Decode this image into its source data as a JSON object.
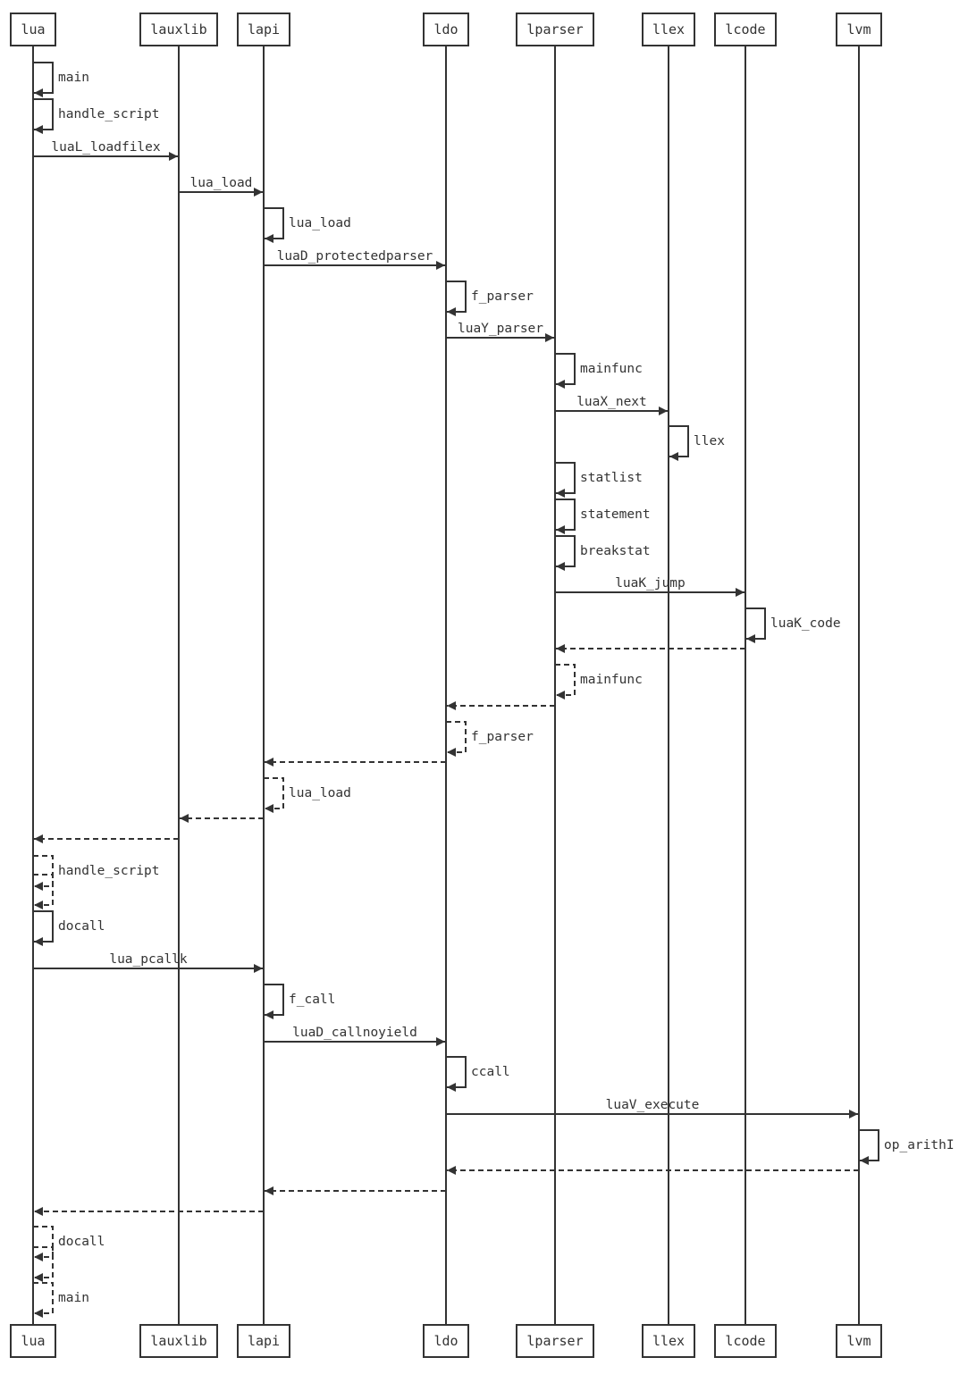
{
  "participants": [
    {
      "id": "lua",
      "label": "lua"
    },
    {
      "id": "lauxlib",
      "label": "lauxlib"
    },
    {
      "id": "lapi",
      "label": "lapi"
    },
    {
      "id": "ldo",
      "label": "ldo"
    },
    {
      "id": "lparser",
      "label": "lparser"
    },
    {
      "id": "llex",
      "label": "llex"
    },
    {
      "id": "lcode",
      "label": "lcode"
    },
    {
      "id": "lvm",
      "label": "lvm"
    }
  ],
  "messages": [
    {
      "from": "lua",
      "to": "lua",
      "label": "main",
      "style": "solid"
    },
    {
      "from": "lua",
      "to": "lua",
      "label": "handle_script",
      "style": "solid"
    },
    {
      "from": "lua",
      "to": "lauxlib",
      "label": "luaL_loadfilex",
      "style": "solid"
    },
    {
      "from": "lauxlib",
      "to": "lapi",
      "label": "lua_load",
      "style": "solid"
    },
    {
      "from": "lapi",
      "to": "lapi",
      "label": "lua_load",
      "style": "solid"
    },
    {
      "from": "lapi",
      "to": "ldo",
      "label": "luaD_protectedparser",
      "style": "solid"
    },
    {
      "from": "ldo",
      "to": "ldo",
      "label": "f_parser",
      "style": "solid"
    },
    {
      "from": "ldo",
      "to": "lparser",
      "label": "luaY_parser",
      "style": "solid"
    },
    {
      "from": "lparser",
      "to": "lparser",
      "label": "mainfunc",
      "style": "solid"
    },
    {
      "from": "lparser",
      "to": "llex",
      "label": "luaX_next",
      "style": "solid"
    },
    {
      "from": "llex",
      "to": "llex",
      "label": "llex",
      "style": "solid"
    },
    {
      "from": "lparser",
      "to": "lparser",
      "label": "statlist",
      "style": "solid"
    },
    {
      "from": "lparser",
      "to": "lparser",
      "label": "statement",
      "style": "solid"
    },
    {
      "from": "lparser",
      "to": "lparser",
      "label": "breakstat",
      "style": "solid"
    },
    {
      "from": "lparser",
      "to": "lcode",
      "label": "luaK_jump",
      "style": "solid"
    },
    {
      "from": "lcode",
      "to": "lcode",
      "label": "luaK_code",
      "style": "solid"
    },
    {
      "from": "lcode",
      "to": "lparser",
      "label": "",
      "style": "dashed"
    },
    {
      "from": "lparser",
      "to": "lparser",
      "label": "mainfunc",
      "style": "dashed"
    },
    {
      "from": "lparser",
      "to": "ldo",
      "label": "",
      "style": "dashed"
    },
    {
      "from": "ldo",
      "to": "ldo",
      "label": "f_parser",
      "style": "dashed"
    },
    {
      "from": "ldo",
      "to": "lapi",
      "label": "",
      "style": "dashed"
    },
    {
      "from": "lapi",
      "to": "lapi",
      "label": "lua_load",
      "style": "dashed"
    },
    {
      "from": "lapi",
      "to": "lauxlib",
      "label": "",
      "style": "dashed"
    },
    {
      "from": "lauxlib",
      "to": "lua",
      "label": "",
      "style": "dashed"
    },
    {
      "from": "lua",
      "to": "lua",
      "label": "handle_script",
      "style": "dashed"
    },
    {
      "from": "lua",
      "to": "lua",
      "label": "",
      "style": "dashed"
    },
    {
      "from": "lua",
      "to": "lua",
      "label": "docall",
      "style": "solid"
    },
    {
      "from": "lua",
      "to": "lapi",
      "label": "lua_pcallk",
      "style": "solid"
    },
    {
      "from": "lapi",
      "to": "lapi",
      "label": "f_call",
      "style": "solid"
    },
    {
      "from": "lapi",
      "to": "ldo",
      "label": "luaD_callnoyield",
      "style": "solid"
    },
    {
      "from": "ldo",
      "to": "ldo",
      "label": "ccall",
      "style": "solid"
    },
    {
      "from": "ldo",
      "to": "lvm",
      "label": "luaV_execute",
      "style": "solid"
    },
    {
      "from": "lvm",
      "to": "lvm",
      "label": "op_arithI",
      "style": "solid"
    },
    {
      "from": "lvm",
      "to": "ldo",
      "label": "",
      "style": "dashed"
    },
    {
      "from": "ldo",
      "to": "lapi",
      "label": "",
      "style": "dashed"
    },
    {
      "from": "lapi",
      "to": "lua",
      "label": "",
      "style": "dashed"
    },
    {
      "from": "lua",
      "to": "lua",
      "label": "docall",
      "style": "dashed"
    },
    {
      "from": "lua",
      "to": "lua",
      "label": "",
      "style": "dashed"
    },
    {
      "from": "lua",
      "to": "lua",
      "label": "main",
      "style": "dashed"
    }
  ]
}
